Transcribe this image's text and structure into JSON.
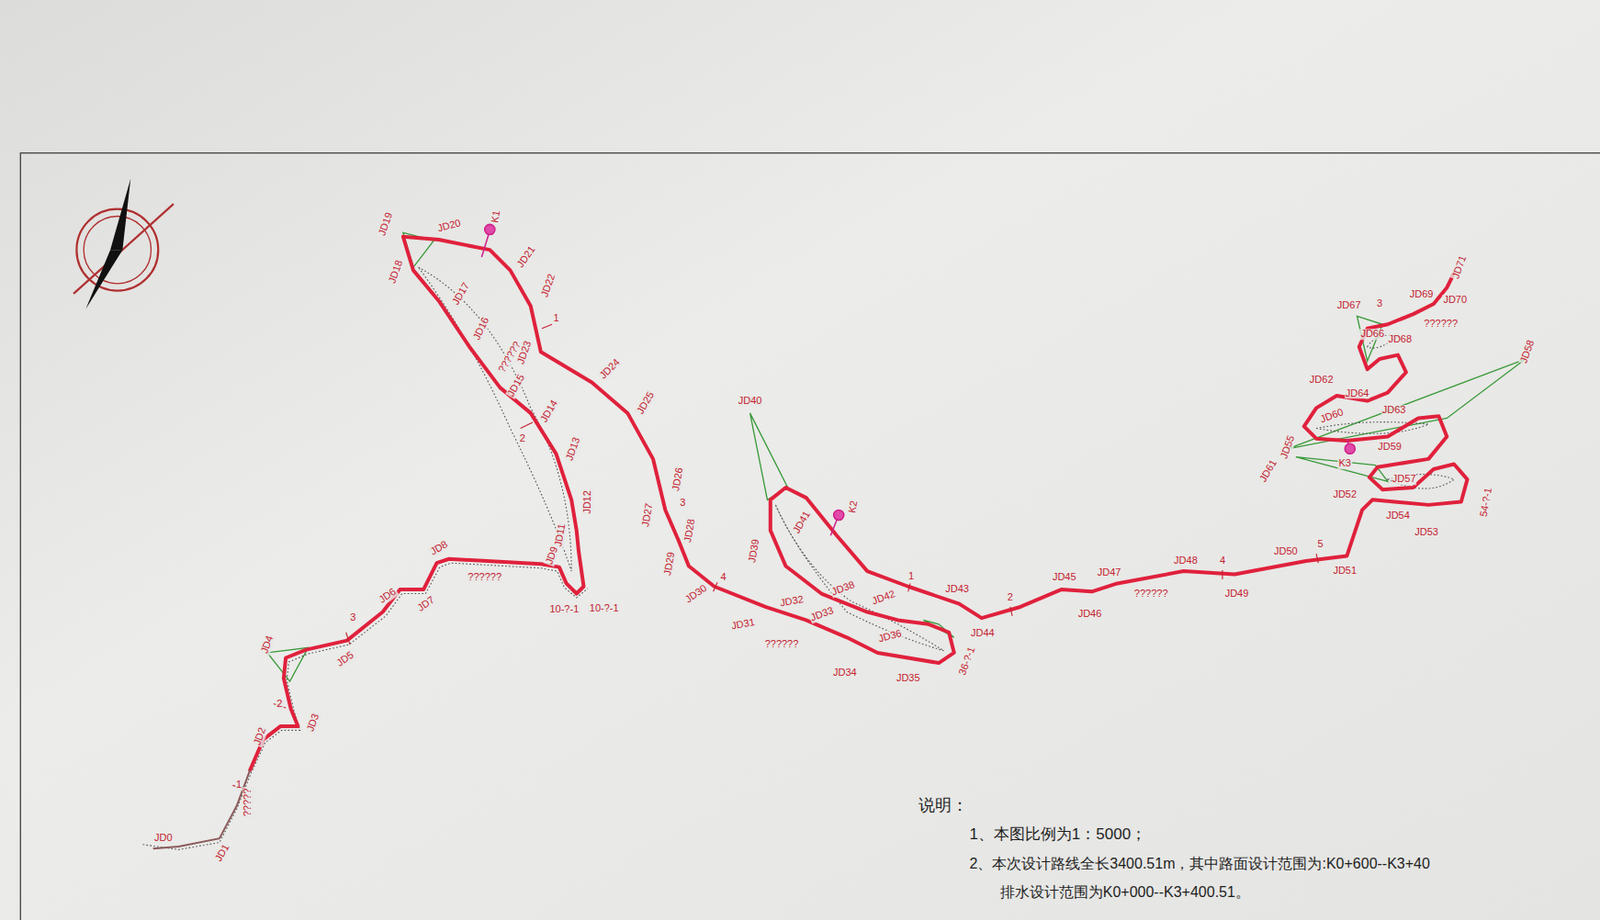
{
  "diagram": {
    "labels": [
      "JD0",
      "JD1",
      "?????",
      "1",
      "JD2",
      "JD3",
      "2",
      "JD4",
      "JD5",
      "3",
      "JD6",
      "JD7",
      "JD8",
      "??????",
      "JD9",
      "10-?-1",
      "10-?-1",
      "JD11",
      "JD12",
      "JD13",
      "JD14",
      "??????",
      "JD15",
      "JD16",
      "JD17",
      "JD18",
      "JD19",
      "JD20",
      "K1",
      "JD21",
      "JD22",
      "1",
      "2",
      "JD23",
      "JD24",
      "JD25",
      "JD26",
      "3",
      "JD27",
      "JD28",
      "JD29",
      "JD30",
      "4",
      "JD31",
      "??????",
      "JD32",
      "JD33",
      "JD34",
      "JD35",
      "JD36",
      "36-?-1",
      "JD38",
      "JD39",
      "JD40",
      "JD41",
      "K2",
      "JD42",
      "1",
      "JD43",
      "JD44",
      "2",
      "JD45",
      "JD46",
      "JD47",
      "??????",
      "JD48",
      "4",
      "JD49",
      "JD50",
      "5",
      "JD51",
      "JD52",
      "JD54",
      "JD53",
      "54-?-1",
      "JD57",
      "JD55",
      "JD61",
      "K3",
      "JD59",
      "JD60",
      "JD58",
      "JD62",
      "JD63",
      "JD64",
      "JD67",
      "3",
      "JD66",
      "JD68",
      "??????",
      "JD69",
      "JD70",
      "JD71",
      "说明：",
      "1、本图比例为1：5000；",
      "2、本次设计路线全长3400.51m，其中路面设计范围为:K0+600--K3+40",
      "排水设计范围为K0+000--K3+400.51。"
    ]
  }
}
